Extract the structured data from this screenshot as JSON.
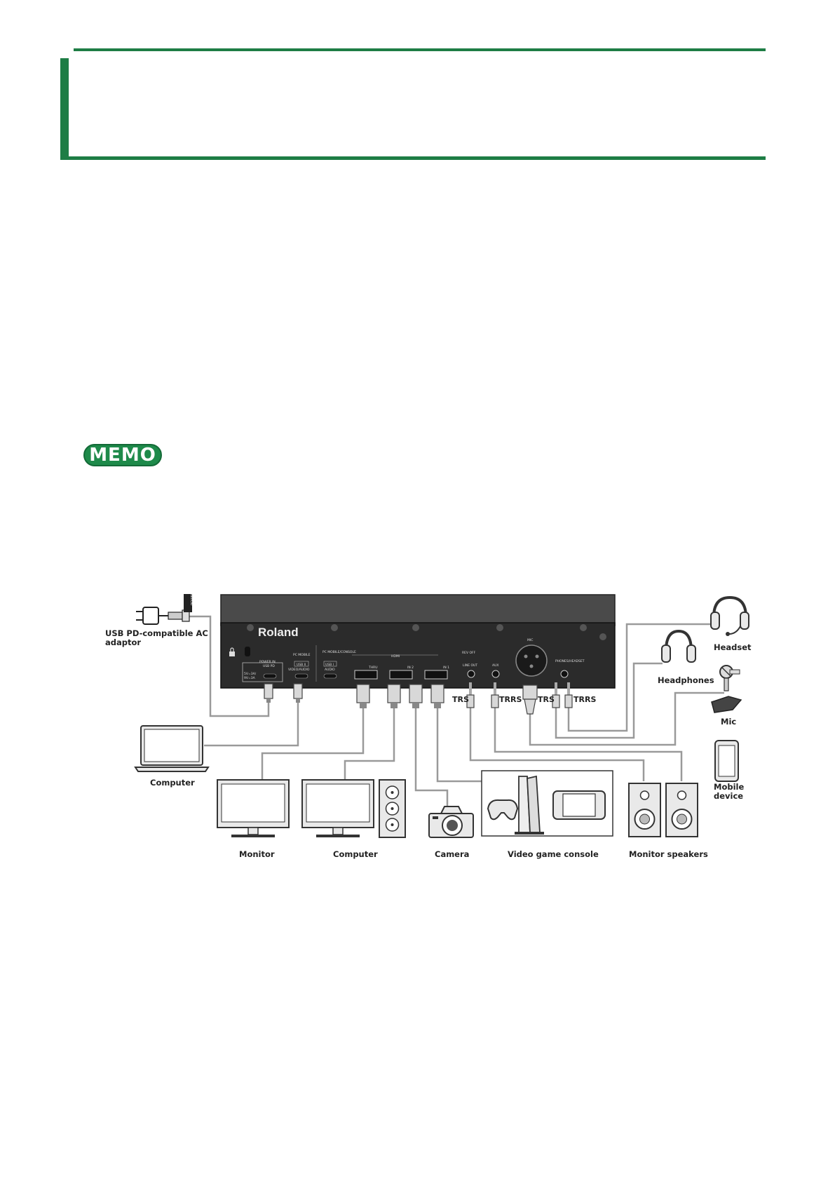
{
  "memo": {
    "label": "MEMO"
  },
  "device": {
    "brand": "Roland",
    "ports": {
      "power_in": "POWER IN",
      "usb_pd": "USB PD",
      "power_spec_1": "5V=3A/",
      "power_spec_2": "9V=3A",
      "pc_mobile": "PC  MOBILE",
      "usb2": "USB II",
      "video_audio": "VIDEO/AUDIO",
      "pc_mobile_console": "PC  MOBILE/CONSOLE",
      "usb1": "USB I",
      "audio": "AUDIO",
      "hdmi": "HDMI",
      "thru": "THRU",
      "in2": "IN 2",
      "in1": "IN 1",
      "rev_off": "REV  OFF",
      "line_out": "LINE OUT",
      "aux": "AUX",
      "mic": "MIC",
      "phones_headset": "PHONES/HEADSET"
    }
  },
  "connections": {
    "trs_1": "TRS",
    "trrs_1": "TRRS",
    "trs_2": "TRS",
    "trrs_2": "TRRS"
  },
  "labels": {
    "ac_adaptor_line1": "USB PD-compatible AC",
    "ac_adaptor_line2": "adaptor",
    "power_tag": "POWER",
    "computer_left": "Computer",
    "monitor": "Monitor",
    "computer_bottom": "Computer",
    "camera": "Camera",
    "video_game_console": "Video game console",
    "monitor_speakers": "Monitor speakers",
    "headset": "Headset",
    "headphones": "Headphones",
    "mic": "Mic",
    "mobile_line1": "Mobile",
    "mobile_line2": "device"
  }
}
